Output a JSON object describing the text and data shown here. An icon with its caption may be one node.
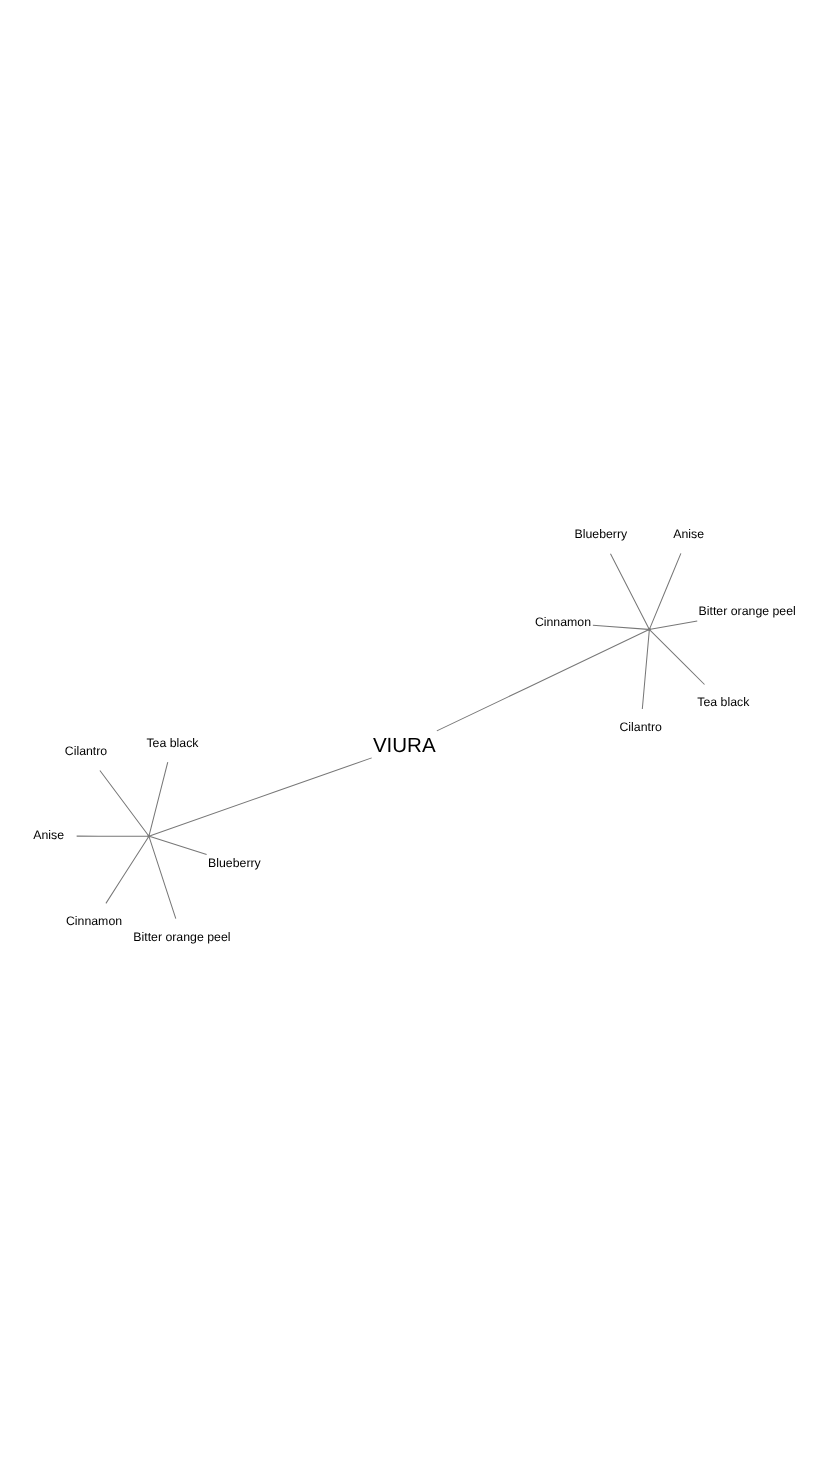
{
  "diagram": {
    "nodes": [
      {
        "text": [
          "Anise"
        ]
      },
      {
        "text": [
          "Blueberry"
        ]
      },
      {
        "text": [
          "Bitter orange peel"
        ]
      },
      {
        "text": [
          "Tea black"
        ]
      },
      {
        "text": [],
        "shape": "point"
      },
      {
        "text": [
          "Cilantro"
        ]
      },
      {
        "text": [
          "Cinnamon"
        ]
      },
      {
        "text": [
          "VIURA"
        ]
      },
      {
        "text": [
          "Cinnamon"
        ]
      },
      {
        "text": [
          "Tea black"
        ]
      },
      {
        "text": [
          "Cilantro"
        ]
      },
      {
        "text": [],
        "shape": "point"
      },
      {
        "text": [
          "Bitter orange peel"
        ]
      },
      {
        "text": [
          "Anise"
        ]
      },
      {
        "text": [
          "Blueberry"
        ]
      }
    ],
    "edges": [
      {
        "from": 7,
        "to": 4,
        "arrow": "none"
      },
      {
        "from": 4,
        "to": 0,
        "arrow": "none"
      },
      {
        "from": 4,
        "to": 1,
        "arrow": "none"
      },
      {
        "from": 4,
        "to": 2,
        "arrow": "none"
      },
      {
        "from": 4,
        "to": 3,
        "arrow": "none"
      },
      {
        "from": 4,
        "to": 5,
        "arrow": "none"
      },
      {
        "from": 4,
        "to": 6,
        "arrow": "none"
      },
      {
        "from": 7,
        "to": 11,
        "arrow": "none"
      },
      {
        "from": 11,
        "to": 8,
        "arrow": "none"
      },
      {
        "from": 11,
        "to": 9,
        "arrow": "none"
      },
      {
        "from": 11,
        "to": 10,
        "arrow": "none"
      },
      {
        "from": 11,
        "to": 12,
        "arrow": "none"
      },
      {
        "from": 11,
        "to": 13,
        "arrow": "none"
      },
      {
        "from": 11,
        "to": 14,
        "arrow": "none"
      }
    ]
  }
}
